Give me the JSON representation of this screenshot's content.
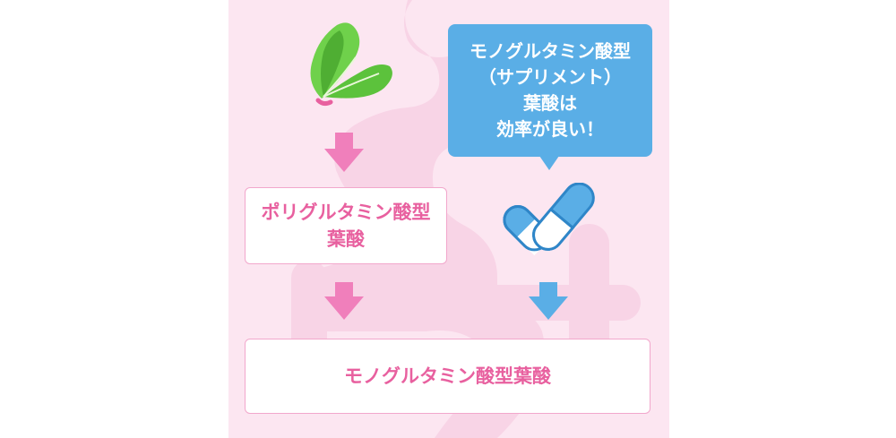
{
  "colors": {
    "panel_bg": "#fce6f1",
    "pink_accent": "#e8609f",
    "pink_arrow": "#f07fbb",
    "blue_accent": "#5aaee6",
    "leaf_green": "#6fd14b"
  },
  "icons": {
    "vegetable": "leafy-greens-icon",
    "supplement": "capsules-icon"
  },
  "bubble": {
    "lines": [
      "モノグルタミン酸型",
      "（サプリメント）",
      "葉酸は",
      "効率が良い！"
    ]
  },
  "boxes": {
    "polyglutamate": {
      "lines": [
        "ポリグルタミン酸型",
        "葉酸"
      ]
    },
    "monoglutamate": {
      "label": "モノグルタミン酸型葉酸"
    }
  }
}
